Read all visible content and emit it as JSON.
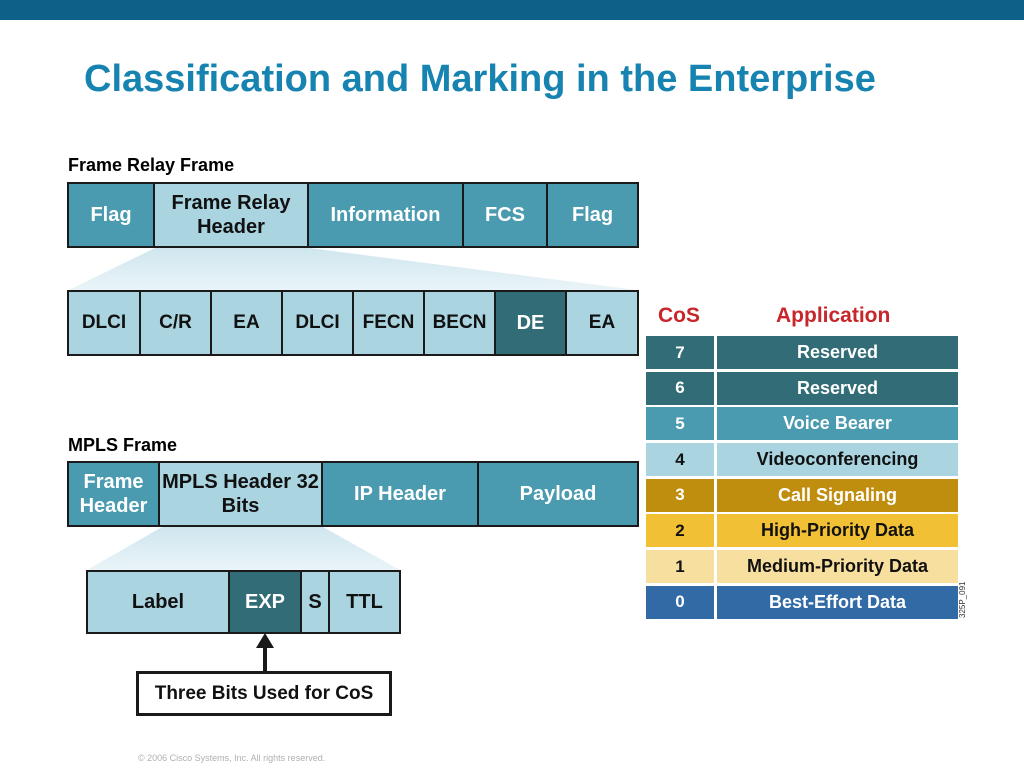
{
  "title": "Classification and Marking in the Enterprise",
  "frame_relay": {
    "label": "Frame Relay Frame",
    "frame": [
      "Flag",
      "Frame Relay Header",
      "Information",
      "FCS",
      "Flag"
    ],
    "header_fields": [
      "DLCI",
      "C/R",
      "EA",
      "DLCI",
      "FECN",
      "BECN",
      "DE",
      "EA"
    ]
  },
  "mpls": {
    "label": "MPLS Frame",
    "frame": [
      "Frame Header",
      "MPLS Header 32 Bits",
      "IP Header",
      "Payload"
    ],
    "header_fields": [
      "Label",
      "EXP",
      "S",
      "TTL"
    ],
    "note": "Three Bits Used for CoS"
  },
  "cos_table": {
    "col_cos": "CoS",
    "col_application": "Application",
    "rows": [
      {
        "cos": "7",
        "app": "Reserved",
        "color": "#326c76",
        "text_color": "#ffffff"
      },
      {
        "cos": "6",
        "app": "Reserved",
        "color": "#326c76",
        "text_color": "#ffffff"
      },
      {
        "cos": "5",
        "app": "Voice Bearer",
        "color": "#4b9bb0",
        "text_color": "#ffffff"
      },
      {
        "cos": "4",
        "app": "Videoconferencing",
        "color": "#a9d4e0",
        "text_color": "#111111"
      },
      {
        "cos": "3",
        "app": "Call Signaling",
        "color": "#c08e0e",
        "text_color": "#ffffff"
      },
      {
        "cos": "2",
        "app": "High-Priority Data",
        "color": "#f2c035",
        "text_color": "#111111"
      },
      {
        "cos": "1",
        "app": "Medium-Priority Data",
        "color": "#f7dfa0",
        "text_color": "#111111"
      },
      {
        "cos": "0",
        "app": "Best-Effort Data",
        "color": "#316aa5",
        "text_color": "#ffffff"
      }
    ]
  },
  "side_code": "325P_091",
  "footer": "© 2006 Cisco Systems, Inc. All rights reserved.",
  "colors": {
    "banner": "#0e6089",
    "title": "#1783b0",
    "column_header": "#c8262b",
    "field_dark": "#4b9bb0",
    "field_light": "#a9d4e0",
    "field_emphasis": "#326c76"
  }
}
